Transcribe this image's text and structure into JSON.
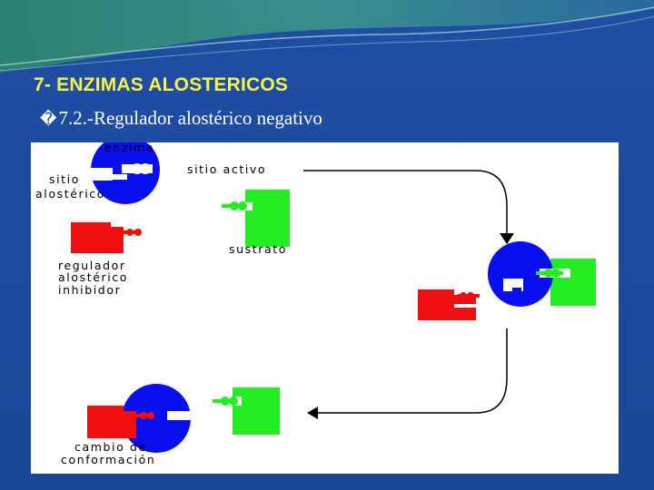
{
  "slide": {
    "title": "7- ENZIMAS ALOSTERICOS",
    "bullet_glyph": "�",
    "subtitle": "7.2.-Regulador  alostérico negativo"
  },
  "diagram": {
    "labels": {
      "enzima": "enzima",
      "sitio_alosterico_1": "sitio",
      "sitio_alosterico_2": "alostérico",
      "sitio_activo": "sitio activo",
      "sustrato": "sustrato",
      "regulador_1": "regulador",
      "regulador_2": "alostérico",
      "regulador_3": "inhibidor",
      "cambio_1": "cambio de",
      "cambio_2": "conformación"
    },
    "colors": {
      "enzyme": "#0a0ff0",
      "substrate": "#22ee22",
      "inhibitor": "#f00e0e",
      "arrow": "#000000"
    }
  }
}
